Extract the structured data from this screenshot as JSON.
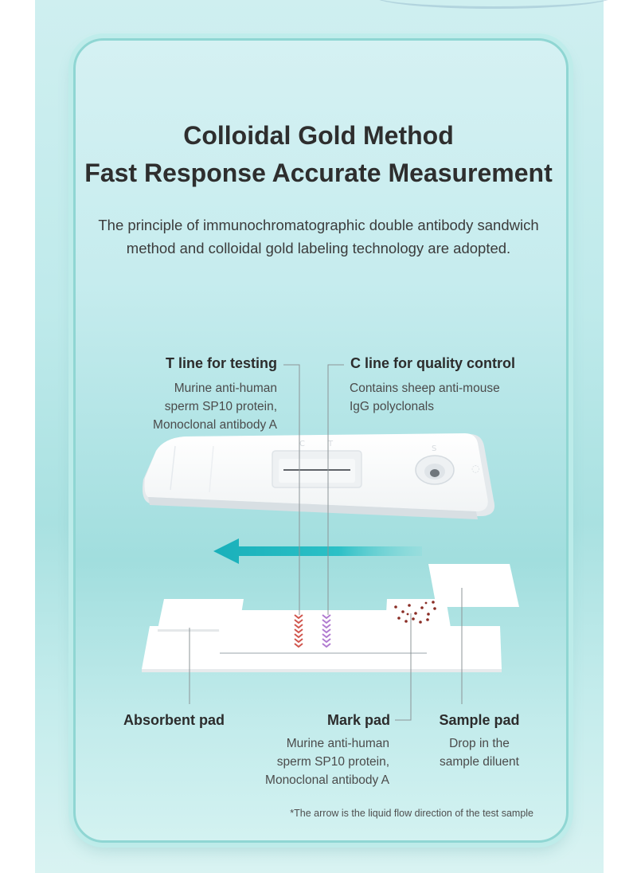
{
  "heading": {
    "line1": "Colloidal Gold Method",
    "line2": "Fast Response  Accurate Measurement"
  },
  "intro": {
    "line1": "The principle of immunochromatographic double antibody sandwich",
    "line2": "method and colloidal gold labeling technology are adopted."
  },
  "t_line": {
    "label": "T line for testing",
    "desc_line1": "Murine anti-human",
    "desc_line2": "sperm SP10 protein,",
    "desc_line3": "Monoclonal antibody A"
  },
  "c_line": {
    "label": "C line for quality control",
    "desc_line1": "Contains sheep anti-mouse",
    "desc_line2": "IgG polyclonals"
  },
  "absorbent_pad": {
    "label": "Absorbent pad"
  },
  "mark_pad": {
    "label": "Mark pad",
    "desc_line1": "Murine anti-human",
    "desc_line2": "sperm SP10 protein,",
    "desc_line3": "Monoclonal antibody A"
  },
  "sample_pad": {
    "label": "Sample pad",
    "desc_line1": "Drop in the",
    "desc_line2": "sample diluent"
  },
  "footnote": "*The arrow is the liquid flow direction of the test sample",
  "colors": {
    "t_line": "#d0554d",
    "c_line": "#b07ad0",
    "arrow": "#1bb4bd",
    "gold_dots": "#8a2d25"
  }
}
